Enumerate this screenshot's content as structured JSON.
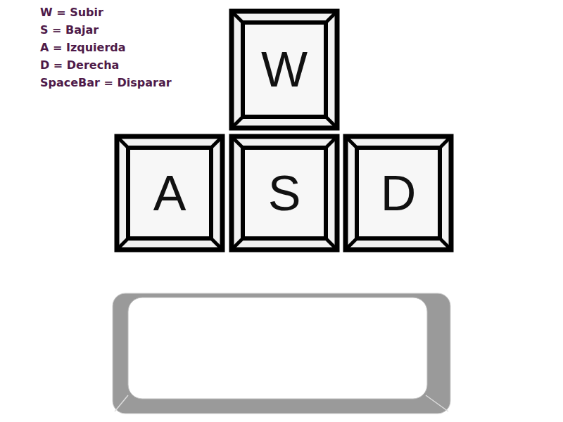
{
  "diagram": {
    "nodes": [
      {
        "text": [
          "W"
        ]
      },
      {
        "text": [
          "A"
        ]
      },
      {
        "text": [
          "S"
        ]
      },
      {
        "text": [
          "D"
        ]
      }
    ],
    "labels": [
      "W = Subir",
      "S = Bajar",
      "A = Izquierda",
      "D = Derecha",
      "SpaceBar = Disparar"
    ]
  }
}
